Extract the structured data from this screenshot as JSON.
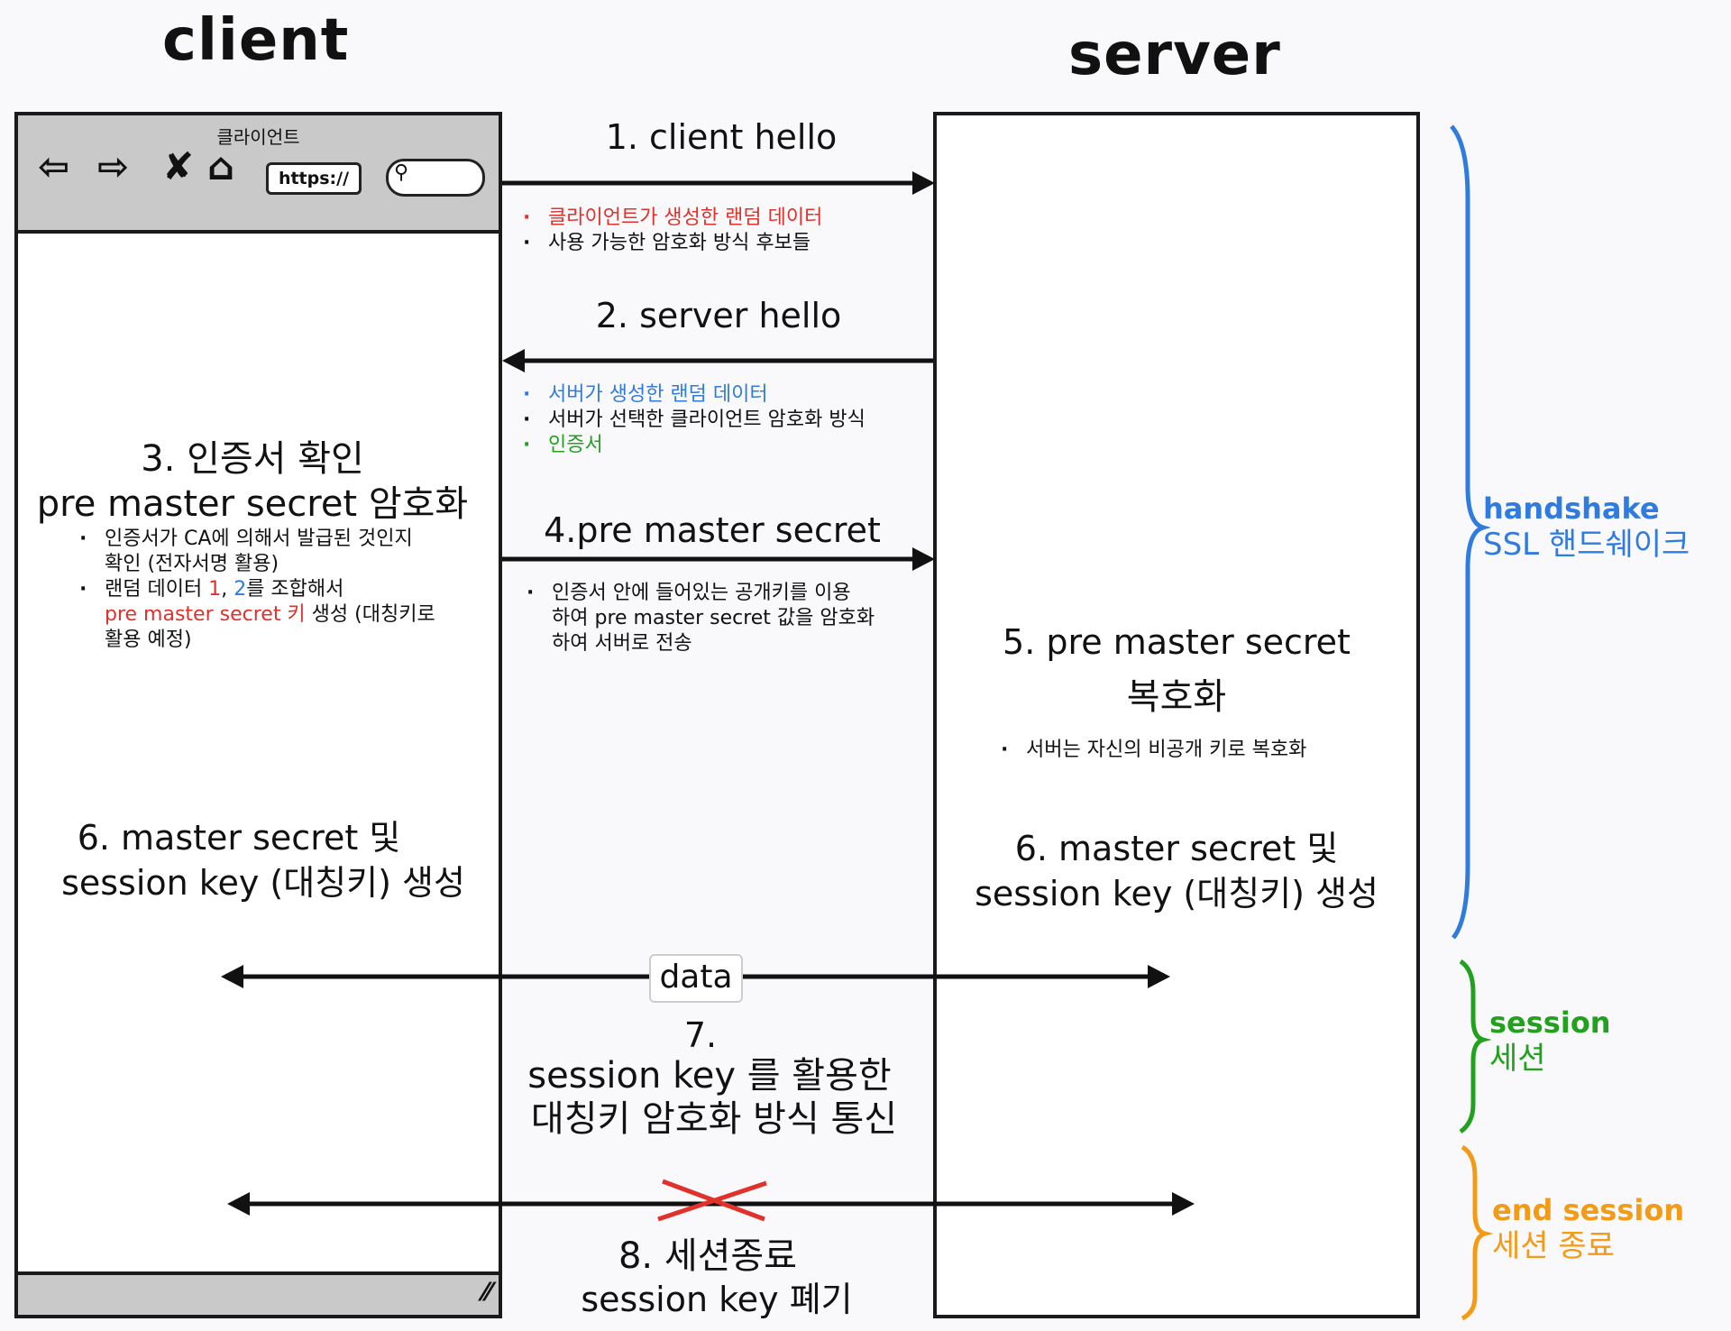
{
  "titles": {
    "client": "client",
    "server": "server"
  },
  "browser": {
    "window_label": "클라이언트",
    "url_text": "https://"
  },
  "steps": {
    "s1": {
      "label": "1. client hello",
      "notes": [
        "클라이언트가 생성한 랜덤 데이터",
        "사용 가능한 암호화 방식 후보들"
      ]
    },
    "s2": {
      "label": "2. server hello",
      "notes": [
        "서버가 생성한 랜덤 데이터",
        "서버가 선택한 클라이언트 암호화 방식",
        "인증서"
      ]
    },
    "s3": {
      "title_line1": "3. 인증서 확인",
      "title_line2": "pre master secret 암호화",
      "note1_line1": "인증서가 CA에 의해서 발급된 것인지",
      "note1_line2": "확인 (전자서명 활용)",
      "note2_pre": "랜덤 데이터 ",
      "note2_n1": "1",
      "note2_sep": ", ",
      "note2_n2": "2",
      "note2_post": "를 조합해서",
      "note2_key": "pre master secret 키",
      "note2_rest": " 생성 (대칭키로",
      "note2_line3": "활용 예정)"
    },
    "s4": {
      "label": "4.pre master secret",
      "note_line1": "인증서 안에 들어있는 공개키를 이용",
      "note_line2": "하여 pre master secret 값을 암호화",
      "note_line3": "하여 서버로 전송"
    },
    "s5": {
      "title_line1": "5. pre master secret",
      "title_line2": "복호화",
      "note": "서버는 자신의 비공개 키로 복호화"
    },
    "s6_client": {
      "line1": "6. master secret 및",
      "line2": "session key (대칭키) 생성"
    },
    "s6_server": {
      "line1": "6. master secret 및",
      "line2": "session key (대칭키) 생성"
    },
    "data_label": "data",
    "s7": {
      "line1": "7.",
      "line2": "session key 를 활용한",
      "line3": "대칭키 암호화 방식 통신"
    },
    "s8": {
      "line1": "8. 세션종료",
      "line2": "session key 폐기"
    }
  },
  "phases": {
    "handshake": {
      "en": "handshake",
      "ko": "SSL 핸드쉐이크",
      "color": "#2f7bde"
    },
    "session": {
      "en": "session",
      "ko": "세션",
      "color": "#22a11f"
    },
    "end": {
      "en": "end session",
      "ko": "세션 종료",
      "color": "#f39a16"
    }
  },
  "colors": {
    "red": "#e0312b",
    "blue": "#2f7bde",
    "green": "#22a11f",
    "orange": "#f39a16"
  }
}
